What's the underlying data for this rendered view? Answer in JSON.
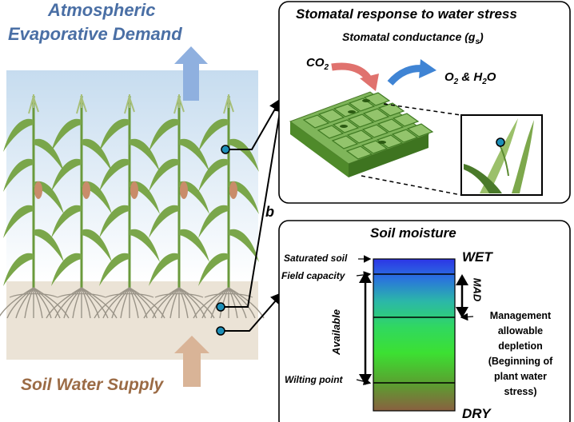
{
  "top_label_line1": "Atmospheric",
  "top_label_line2": "Evaporative Demand",
  "bottom_label": "Soil Water Supply",
  "panel_a": {
    "title": "Stomatal response to water stress",
    "subtitle": "Stomatal conductance (",
    "subtitle_symbol": "g",
    "subtitle_sub": "s",
    "subtitle_end": ")",
    "co2": "CO",
    "co2_sub": "2",
    "out_o2": "O",
    "out_o2_sub": "2",
    "out_rest": " & H",
    "out_h2o_sub": "2",
    "out_o": "O"
  },
  "panel_b_letter": "b",
  "panel_b": {
    "title": "Soil moisture",
    "wet": "WET",
    "dry": "DRY",
    "saturated": "Saturated soil",
    "field_capacity": "Field capacity",
    "wilting_point": "Wilting point",
    "available": "Available",
    "mad": "MAD",
    "management_line1": "Management",
    "management_line2": "allowable",
    "management_line3": "depletion",
    "management_line4": "(Beginning of",
    "management_line5": "plant water",
    "management_line6": "stress)"
  },
  "colors": {
    "sky_top": "#c9dff0",
    "soil": "#ebe3d6",
    "blue_arrow": "#8fb0df",
    "brown_arrow": "#d9b497",
    "plant_green": "#6a9a3c",
    "leaf_surface": "#5f9a3a",
    "co2_arrow": "#e0726e",
    "out_arrow": "#3f84d4",
    "marker": "#1d8fb8"
  }
}
